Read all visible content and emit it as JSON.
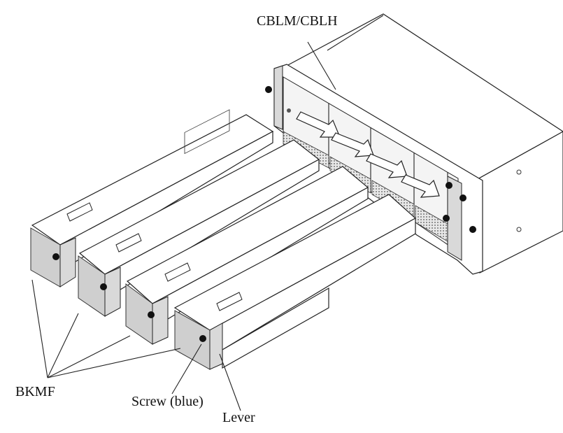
{
  "labels": {
    "chassis": "CBLM/CBLH",
    "module": "BKMF",
    "screw": "Screw (blue)",
    "lever": "Lever"
  }
}
